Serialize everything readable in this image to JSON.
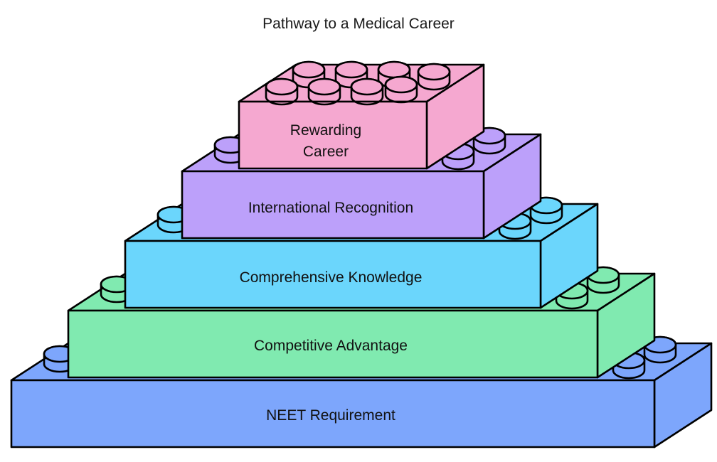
{
  "title": "Pathway to a Medical Career",
  "background_color": "#ffffff",
  "outline_color": "#000000",
  "text_color": "#111111",
  "chart_data": {
    "type": "diagram",
    "subtype": "lego-brick-pyramid",
    "title": "Pathway to a Medical Career",
    "orientation": "bottom-to-top",
    "levels": 5,
    "categories": [
      "NEET Requirement",
      "Competitive Advantage",
      "Comprehensive Knowledge",
      "International Recognition",
      "Rewarding Career"
    ],
    "values": [
      5,
      4,
      3,
      2,
      1
    ],
    "colors": [
      "#7da6fc",
      "#80eab0",
      "#6bd6fc",
      "#bca0fa",
      "#f5a8d0"
    ],
    "xlabel": "",
    "ylabel": "",
    "legend": "none",
    "grid": false
  },
  "bricks": [
    {
      "id": "brick-rewarding-career",
      "label_line1": "Rewarding",
      "label_line2": "Career",
      "label": "Rewarding Career",
      "color": "#f5a8d0",
      "level": 5,
      "studs_top_back": 4,
      "studs_top_front": 4,
      "shoulder_studs_left": 0,
      "shoulder_studs_right": 0
    },
    {
      "id": "brick-international-recognition",
      "label_line1": "International Recognition",
      "label_line2": "",
      "label": "International Recognition",
      "color": "#bca0fa",
      "level": 4,
      "studs_top_back": 0,
      "studs_top_front": 0,
      "shoulder_studs_left": 1,
      "shoulder_studs_right": 2
    },
    {
      "id": "brick-comprehensive-knowledge",
      "label_line1": "Comprehensive Knowledge",
      "label_line2": "",
      "label": "Comprehensive Knowledge",
      "color": "#6bd6fc",
      "level": 3,
      "studs_top_back": 0,
      "studs_top_front": 0,
      "shoulder_studs_left": 1,
      "shoulder_studs_right": 2
    },
    {
      "id": "brick-competitive-advantage",
      "label_line1": "Competitive Advantage",
      "label_line2": "",
      "label": "Competitive Advantage",
      "color": "#80eab0",
      "level": 2,
      "studs_top_back": 0,
      "studs_top_front": 0,
      "shoulder_studs_left": 1,
      "shoulder_studs_right": 2
    },
    {
      "id": "brick-neet-requirement",
      "label_line1": "NEET Requirement",
      "label_line2": "",
      "label": "NEET Requirement",
      "color": "#7da6fc",
      "level": 1,
      "studs_top_back": 0,
      "studs_top_front": 0,
      "shoulder_studs_left": 1,
      "shoulder_studs_right": 2
    }
  ]
}
